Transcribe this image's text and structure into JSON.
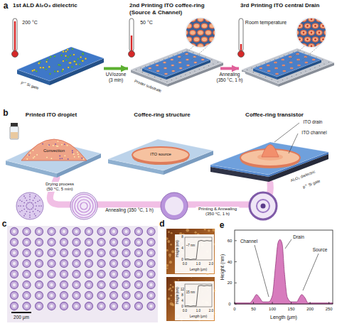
{
  "diagram": {
    "nodes": [
      {
        "text": [
          "1st ALD Al₂O₃ dielectric"
        ]
      },
      {
        "text": [
          "2nd Printing ITO coffee-ring (Source & Channel)"
        ]
      },
      {
        "text": [
          "3rd Printing ITO central Drain"
        ]
      }
    ],
    "edges": [
      {
        "from": 0,
        "to": 1,
        "label": "UV/ozone (3 min)",
        "arrow": "to"
      },
      {
        "from": 1,
        "to": 2,
        "label": "Annealing (350 °C, 1 h)",
        "arrow": "to"
      }
    ],
    "labels": [
      "a",
      "200 °C",
      "p⁺⁺ Si gate",
      "50 °C",
      "Printer substrate",
      "Room temperature",
      "b",
      "Printed ITO droplet",
      "Convection",
      "Drying process (50 °C, 5 min)",
      "Coffee-ring structure",
      "ITO source",
      "Annealing (350 °C, 1 h)",
      "Coffee-ring transistor",
      "ITO channel",
      "ITO drain",
      "Printing & Annealing (350 °C, 1 h)",
      "Al₂O₃ dielectric",
      "p⁺⁺ Si gate",
      "c",
      "200 μm",
      "d",
      "Height (nm)",
      "Length (μm)",
      "~7 nm",
      "0",
      "4",
      "8",
      "0.0",
      "1.0",
      "2.0",
      "Height (nm)",
      "Length (μm)",
      "15 nm",
      "0",
      "4",
      "8",
      "12",
      "0.0",
      "1.0",
      "2.0",
      "e",
      "Height (nm)",
      "Length (μm)",
      "Channel",
      "Drain",
      "Source",
      "0",
      "20",
      "40",
      "60",
      "0",
      "50",
      "100",
      "150",
      "200",
      "250"
    ]
  }
}
